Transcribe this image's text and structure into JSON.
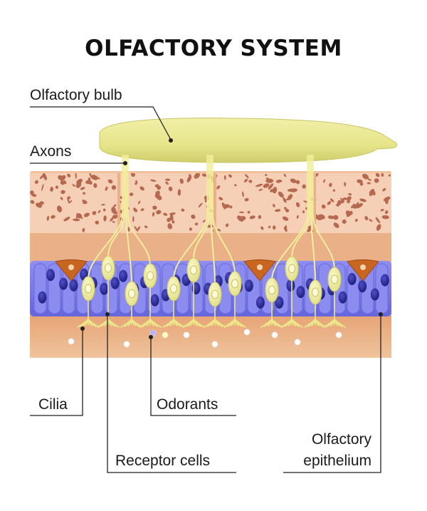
{
  "title": "OLFACTORY SYSTEM",
  "labels": {
    "olfactory_bulb": "Olfactory bulb",
    "axons": "Axons",
    "cilia": "Cilia",
    "odorants": "Odorants",
    "receptor_cells": "Receptor cells",
    "epithelium_line1": "Olfactory",
    "epithelium_line2": "epithelium"
  },
  "colors": {
    "bulb": "#e6e58a",
    "bone": "#f3c9ae",
    "bone_pores": "#b5694f",
    "tissue": "#e9a97b",
    "epithelium": "#7b7be8",
    "nuclei": "#26268c",
    "receptor": "#f3efa0"
  }
}
